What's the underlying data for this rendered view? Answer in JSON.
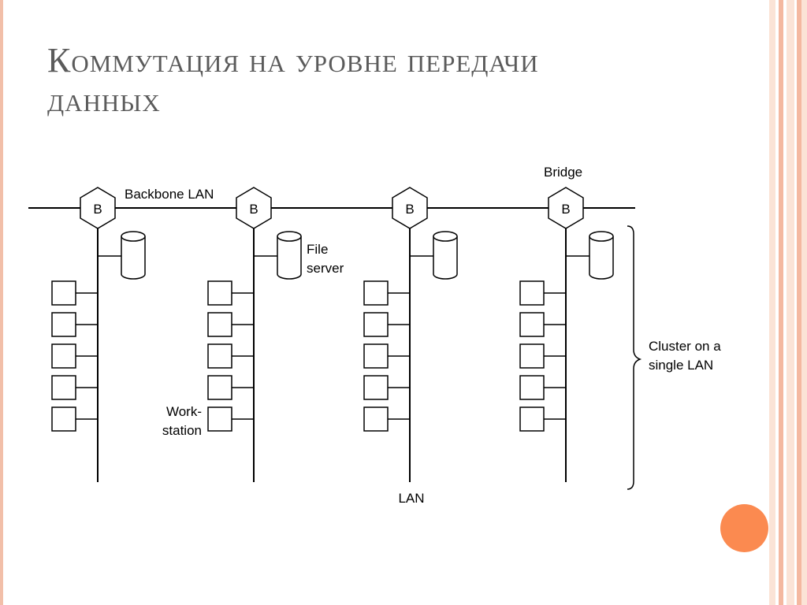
{
  "slide": {
    "title_line1": "Коммутация на уровне передачи",
    "title_line2": "данных"
  },
  "diagram": {
    "backbone_label": "Backbone LAN",
    "bridge_label": "Bridge",
    "bridge_glyph": "B",
    "file_server_label_1": "File",
    "file_server_label_2": "server",
    "workstation_label_1": "Work-",
    "workstation_label_2": "station",
    "lan_label": "LAN",
    "cluster_label_1": "Cluster on a",
    "cluster_label_2": "single LAN"
  },
  "colors": {
    "title_text": "#5b5b5b",
    "line": "#000000",
    "accent_orange": "#fb8a50",
    "stripe_light": "#fbe3d6",
    "stripe_mid": "#f4b8a0"
  },
  "icons": {
    "bridge": "hexagon",
    "file_server": "cylinder",
    "workstation": "square"
  }
}
